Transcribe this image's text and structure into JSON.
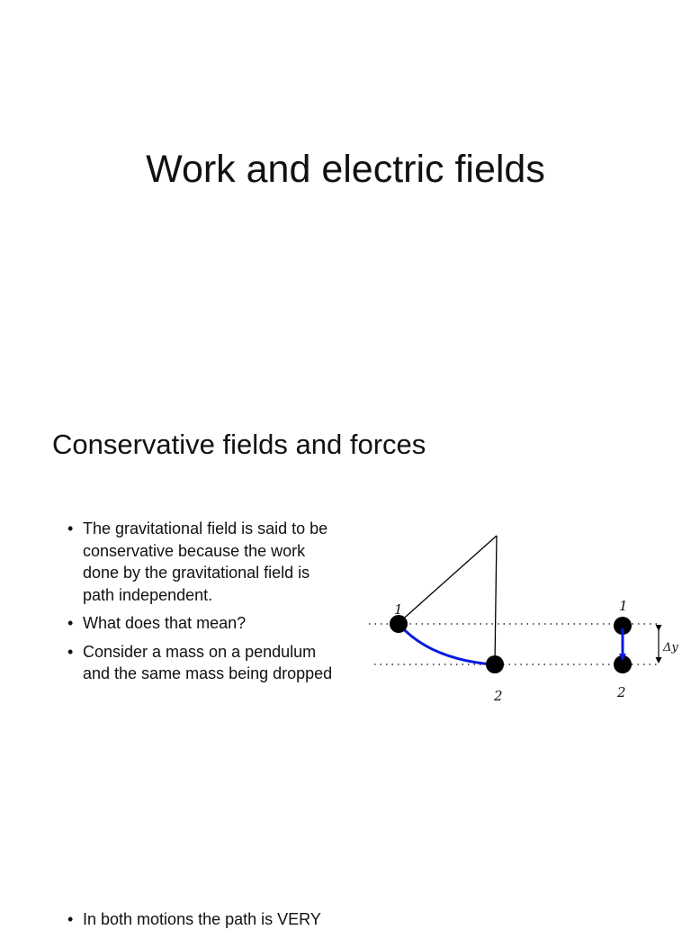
{
  "slide1": {
    "title": "Work and electric fields"
  },
  "slide2": {
    "title": "Conservative fields and forces",
    "bullets": [
      " The gravitational field is said to be conservative because the work done by the gravitational field is path independent.",
      "What does that mean?",
      "Consider a mass on a pendulum and the same mass being dropped"
    ],
    "diagram": {
      "pendulum_start_label": "1",
      "pendulum_end_label": "2",
      "drop_start_label": "1",
      "drop_end_label": "2",
      "delta_label": "Δy",
      "colors": {
        "path": "#0a1be0",
        "mass": "#000000",
        "line": "#000000"
      }
    }
  },
  "slide3": {
    "bullets": [
      "In both motions the path is VERY"
    ]
  }
}
